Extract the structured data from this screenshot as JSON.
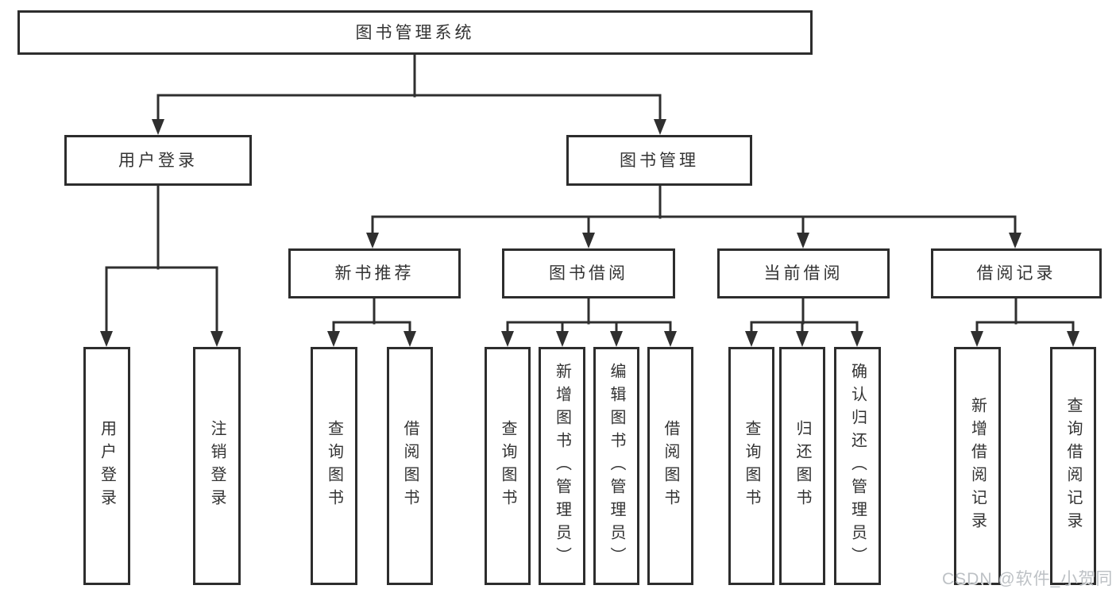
{
  "tree": {
    "root": "图书管理系统",
    "branches": [
      {
        "label": "用户登录",
        "children": [
          "用户登录",
          "注销登录"
        ]
      },
      {
        "label": "图书管理",
        "groups": [
          {
            "label": "新书推荐",
            "children": [
              "查询图书",
              "借阅图书"
            ]
          },
          {
            "label": "图书借阅",
            "children": [
              "查询图书",
              "新增图书（管理员）",
              "编辑图书（管理员）",
              "借阅图书"
            ]
          },
          {
            "label": "当前借阅",
            "children": [
              "查询图书",
              "归还图书",
              "确认归还（管理员）"
            ]
          },
          {
            "label": "借阅记录",
            "children": [
              "新增借阅记录",
              "查询借阅记录"
            ]
          }
        ]
      }
    ]
  },
  "watermark": "CSDN @软件_小贺同学",
  "colors": {
    "background": "#ffffff",
    "line": "#2f2f2f",
    "box_border": "#2d2d2d",
    "text": "#333333",
    "watermark": "#bdc1c5"
  }
}
